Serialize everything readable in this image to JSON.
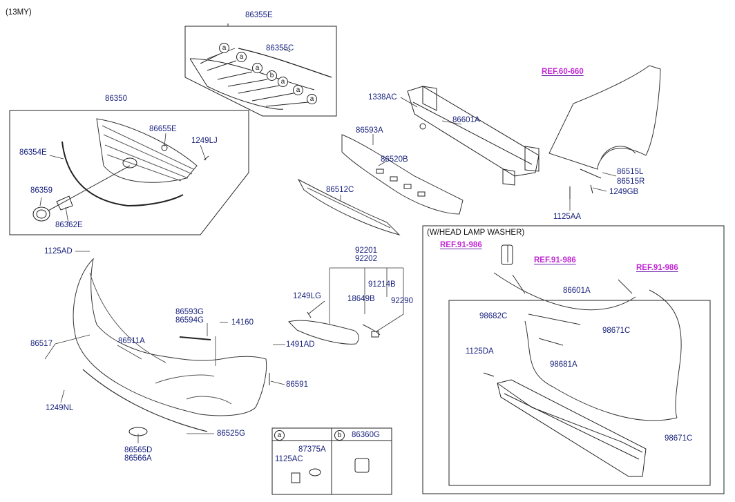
{
  "model_year": "(13MY)",
  "refs": {
    "fender": "REF.60-660",
    "washer_1": "REF.91-986",
    "washer_2": "REF.91-986",
    "washer_3": "REF.91-986"
  },
  "washer_box_title": "(W/HEAD LAMP WASHER)",
  "legend": {
    "a": "a",
    "b": "b"
  },
  "parts": {
    "p86355E": "86355E",
    "p86355C": "86355C",
    "p86350": "86350",
    "p86655E": "86655E",
    "p1249LJ": "1249LJ",
    "p86354E": "86354E",
    "p86359": "86359",
    "p86362E": "86362E",
    "p1338AC": "1338AC",
    "p86593A": "86593A",
    "p86601A": "86601A",
    "p86520B": "86520B",
    "p86512C": "86512C",
    "p86515L": "86515L",
    "p86515R": "86515R",
    "p1249GB": "1249GB",
    "p1125AA": "1125AA",
    "p1125AD": "1125AD",
    "p92201": "92201",
    "p92202": "92202",
    "p91214B": "91214B",
    "p1249LG": "1249LG",
    "p18649B": "18649B",
    "p92290": "92290",
    "p86593G": "86593G",
    "p86594G": "86594G",
    "p14160": "14160",
    "p86517": "86517",
    "p86511A": "86511A",
    "p1491AD": "1491AD",
    "p86591": "86591",
    "p1249NL": "1249NL",
    "p86525G": "86525G",
    "p86565D": "86565D",
    "p86566A": "86566A",
    "p87375A": "87375A",
    "p1125AC": "1125AC",
    "p86360G": "86360G",
    "w86601A": "86601A",
    "w98682C": "98682C",
    "w98671C_1": "98671C",
    "w1125DA": "1125DA",
    "w98681A": "98681A",
    "w98671C_2": "98671C"
  },
  "callouts": [
    "a",
    "a",
    "a",
    "b",
    "a",
    "a",
    "a"
  ]
}
